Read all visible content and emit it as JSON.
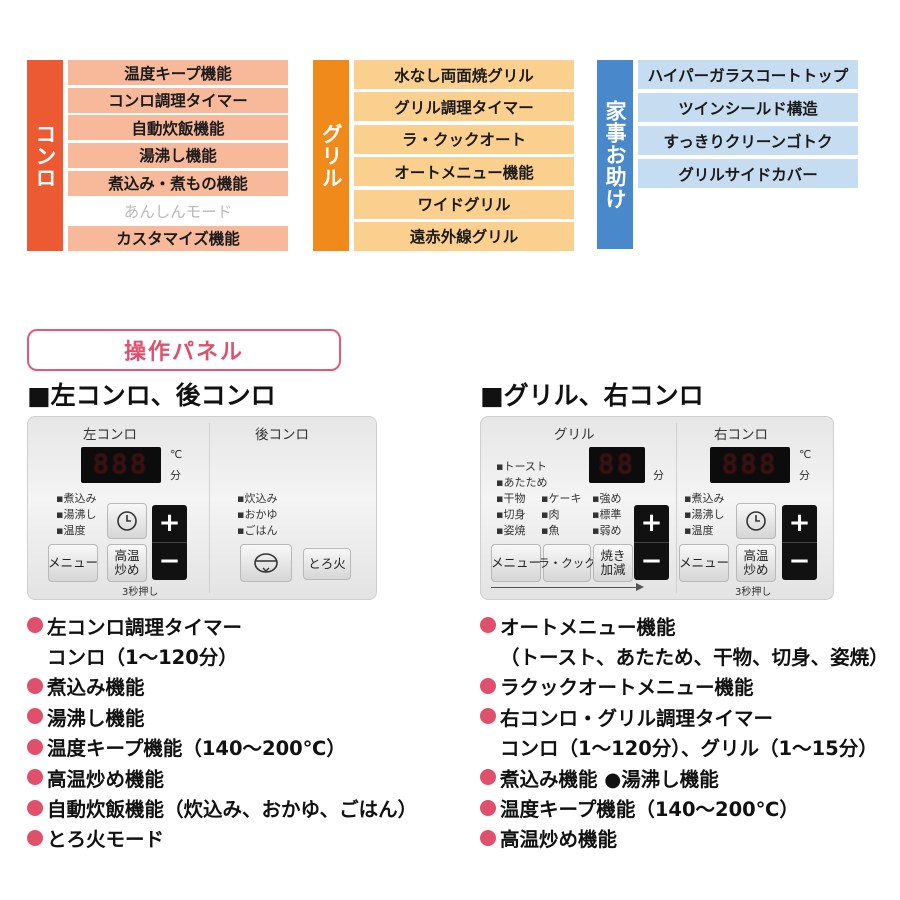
{
  "categories": {
    "konro": {
      "label": "コンロ",
      "items": [
        {
          "label": "温度キープ機能"
        },
        {
          "label": "コンロ調理タイマー"
        },
        {
          "label": "自動炊飯機能"
        },
        {
          "label": "湯沸し機能"
        },
        {
          "label": "煮込み・煮もの機能"
        },
        {
          "label": "あんしんモード"
        },
        {
          "label": "カスタマイズ機能"
        }
      ]
    },
    "grill": {
      "label": "グリル",
      "items": [
        {
          "label": "水なし両面焼グリル"
        },
        {
          "label": "グリル調理タイマー"
        },
        {
          "label": "ラ・クックオート"
        },
        {
          "label": "オートメニュー機能"
        },
        {
          "label": "ワイドグリル"
        },
        {
          "label": "遠赤外線グリル"
        }
      ]
    },
    "kaji": {
      "label": "家事お助け",
      "items": [
        {
          "label": "ハイパーガラスコートトップ"
        },
        {
          "label": "ツインシールド構造"
        },
        {
          "label": "すっきりクリーンゴトク"
        },
        {
          "label": "グリルサイドカバー"
        }
      ]
    }
  },
  "panel_heading": "操作パネル",
  "left_section": {
    "title": "■左コンロ、後コンロ",
    "panel": {
      "left_burner_label": "左コンロ",
      "rear_burner_label": "後コンロ",
      "display_value": "888",
      "unit_celsius": "℃",
      "unit_minutes": "分",
      "mode_labels": [
        "煮込み",
        "湯沸し",
        "温度"
      ],
      "rear_mode_labels": [
        "炊込み",
        "おかゆ",
        "ごはん"
      ],
      "menu_button": "メニュー",
      "high_temp_button_line1": "高温",
      "high_temp_button_line2": "炒め",
      "hold_note": "3秒押し",
      "plus": "+",
      "minus": "−",
      "toro_button": "とろ火"
    },
    "features": [
      {
        "text": "左コンロ調理タイマー",
        "bullet": true
      },
      {
        "text": "コンロ（1〜120分）",
        "bullet": false
      },
      {
        "text": "煮込み機能",
        "bullet": true
      },
      {
        "text": "湯沸し機能",
        "bullet": true
      },
      {
        "text": "温度キープ機能（140〜200℃）",
        "bullet": true
      },
      {
        "text": "高温炒め機能",
        "bullet": true
      },
      {
        "text": "自動炊飯機能（炊込み、おかゆ、ごはん）",
        "bullet": true
      },
      {
        "text": "とろ火モード",
        "bullet": true
      }
    ]
  },
  "right_section": {
    "title": "■グリル、右コンロ",
    "panel": {
      "grill_label": "グリル",
      "right_burner_label": "右コンロ",
      "grill_display_value": "88",
      "right_display_value": "888",
      "unit_minutes": "分",
      "unit_celsius": "℃",
      "grill_menu_col1": [
        "トースト",
        "あたため",
        "干物",
        "切身",
        "姿焼"
      ],
      "grill_menu_col2": [
        "ケーキ",
        "肉",
        "魚"
      ],
      "grill_strength": [
        "強め",
        "標準",
        "弱め"
      ],
      "right_mode_labels": [
        "煮込み",
        "湯沸し",
        "温度"
      ],
      "menu_button": "メニュー",
      "la_cook_button": "ラ・クック",
      "adjust_button_line1": "焼き",
      "adjust_button_line2": "加減",
      "high_temp_button_line1": "高温",
      "high_temp_button_line2": "炒め",
      "hold_note": "3秒押し",
      "plus": "+",
      "minus": "−"
    },
    "features": [
      {
        "text": "オートメニュー機能",
        "bullet": true
      },
      {
        "text": "（トースト、あたため、干物、切身、姿焼）",
        "bullet": false
      },
      {
        "text": "ラクックオートメニュー機能",
        "bullet": true
      },
      {
        "text": "右コンロ・グリル調理タイマー",
        "bullet": true
      },
      {
        "text": "コンロ（1〜120分）、グリル（1〜15分）",
        "bullet": false
      },
      {
        "text": "煮込み機能 ●湯沸し機能",
        "bullet": true
      },
      {
        "text": "温度キープ機能（140〜200℃）",
        "bullet": true
      },
      {
        "text": "高温炒め機能",
        "bullet": true
      }
    ]
  },
  "colors": {
    "konro_accent": "#ec5a34",
    "grill_accent": "#f08a1a",
    "kaji_accent": "#4a88cc",
    "bullet": "#e0506c"
  }
}
